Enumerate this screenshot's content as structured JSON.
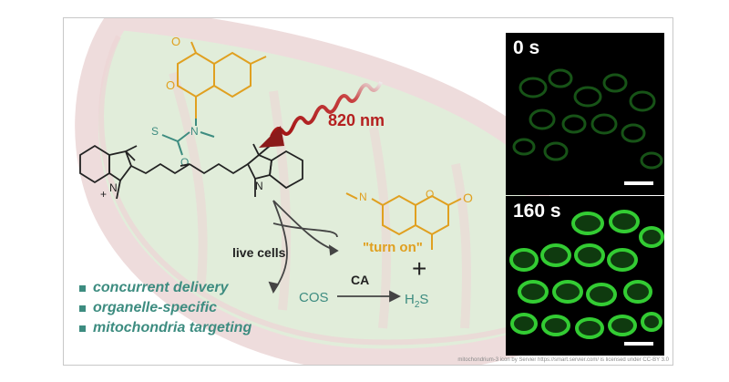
{
  "wavelength": "820 nm",
  "live_cells": "live cells",
  "turn_on": "\"turn on\"",
  "reagent_ca": "CA",
  "cos": "COS",
  "h2s_main": "H",
  "h2s_sub": "2",
  "h2s_tail": "S",
  "plus": "+",
  "atoms": {
    "O": "O",
    "S": "S",
    "N": "N",
    "plus": "+"
  },
  "bullets": [
    "concurrent delivery",
    "organelle-specific",
    "mitochondria targeting"
  ],
  "panels": [
    {
      "label": "0 s"
    },
    {
      "label": "160 s"
    }
  ],
  "credit": "mitochondrium-3 icon by Servier https://smart.servier.com/ is licensed under CC-BY 3.0",
  "colors": {
    "teal": "#3d8c80",
    "orange": "#e0a020",
    "red": "#b52020",
    "dark_red": "#8b1a1a",
    "green_fluor": "#33cc33",
    "membrane_outer": "#ecd6d6",
    "membrane_fill": "#dcebd4"
  }
}
